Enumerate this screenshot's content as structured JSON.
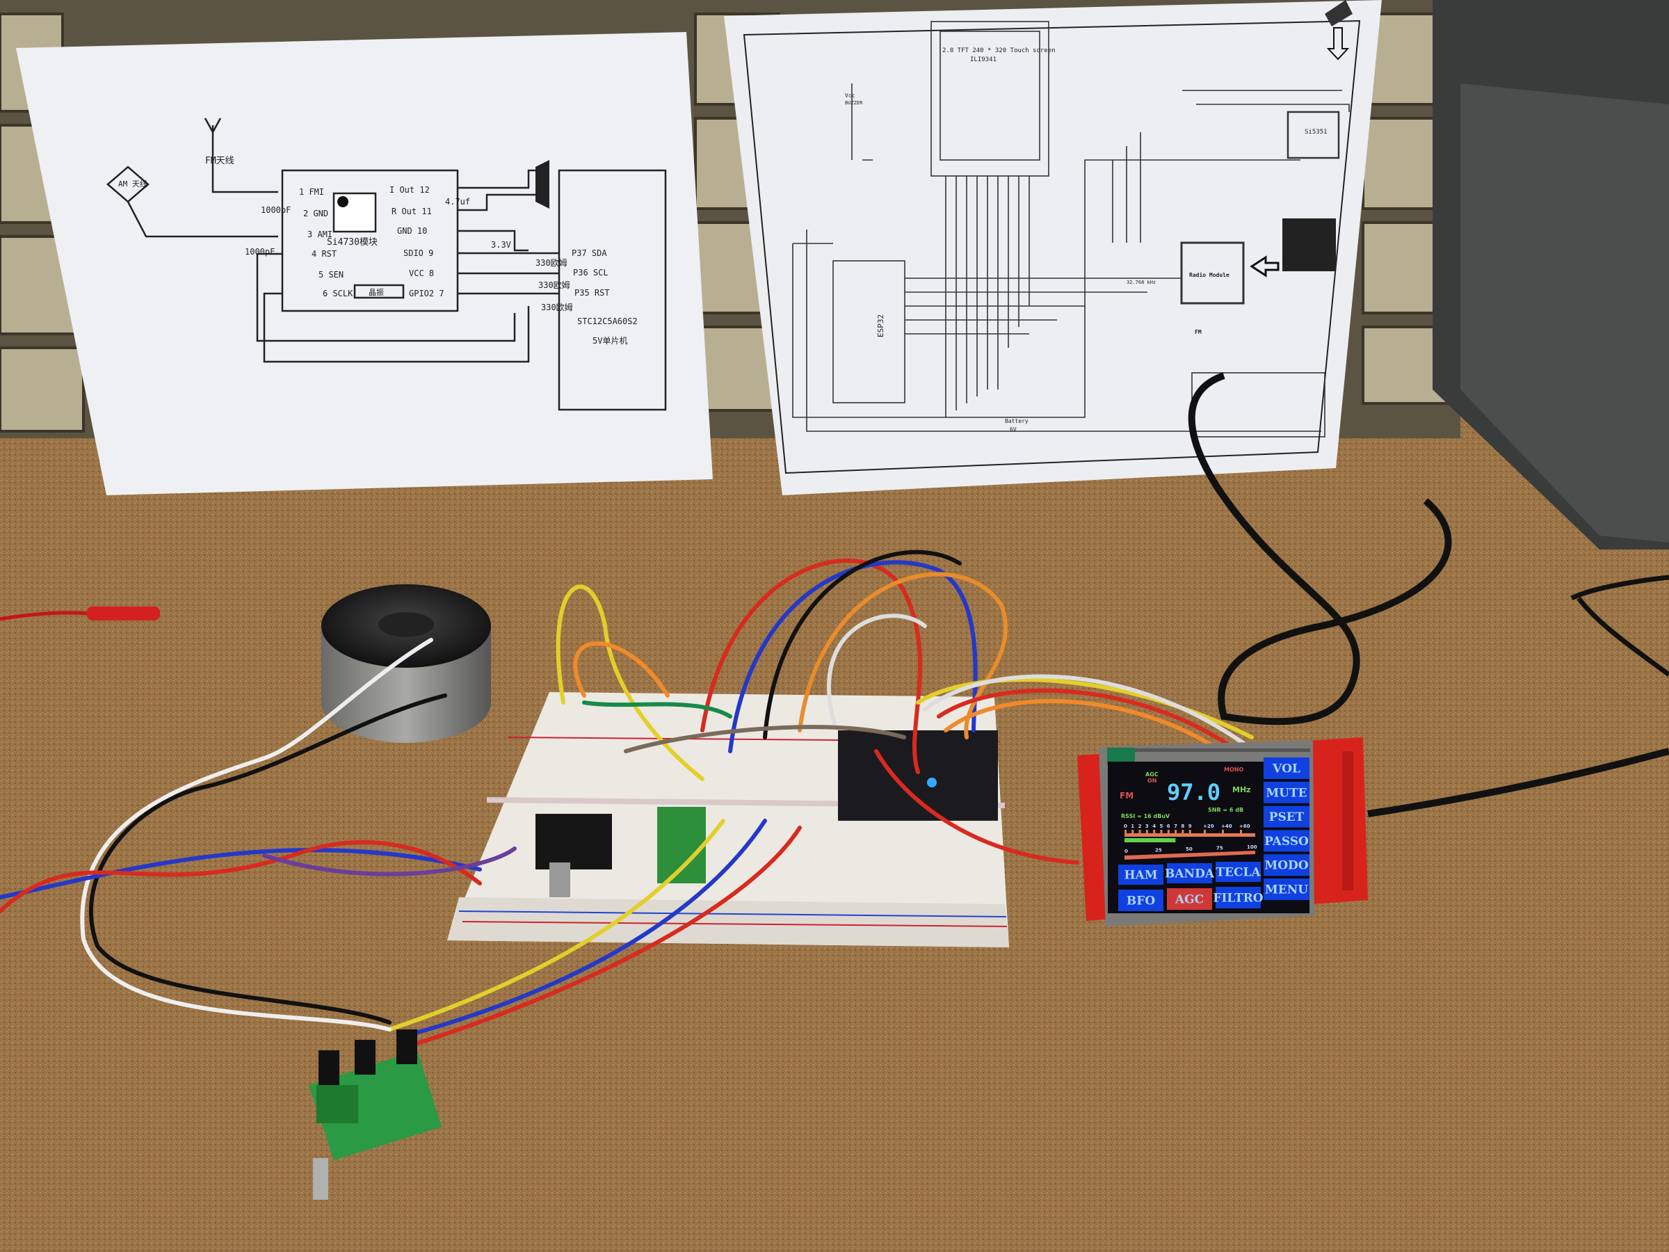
{
  "left_schematic": {
    "antenna_fm": "FM天线",
    "antenna_am": "AM 天线",
    "chip_label": "Si4730模块",
    "crystal_label": "晶振",
    "pins_left": [
      "1 FMI",
      "2 GND",
      "3 AMI",
      "4 RST",
      "5 SEN",
      "6 SCLK"
    ],
    "pins_right": [
      "I Out 12",
      "R Out 11",
      "GND 10",
      "SDIO 9",
      "VCC 8",
      "GPIO2 7"
    ],
    "cap_labels": [
      "1000pF",
      "1000pF",
      "4.7uf"
    ],
    "supply": "3.3V",
    "resistors": [
      "330欧姆",
      "330欧姆",
      "330欧姆"
    ],
    "mcu_pins": [
      "P37 SDA",
      "P36 SCL",
      "P35 RST"
    ],
    "mcu_name": "STC12C5A60S2",
    "mcu_desc": "5V单片机"
  },
  "right_schematic": {
    "tft_label": "2.8 TFT 240 * 320 Touch screen",
    "tft_driver": "ILI9341",
    "mcu": "ESP32",
    "radio": "Radio Module",
    "clock_chip": "Si5351",
    "buzzer": "BUZZER",
    "vcc": "Vcc",
    "battery": "Battery",
    "battery_voltage": "6V",
    "crystal": "32.768 kHz",
    "fm": "FM"
  },
  "radio_screen": {
    "agc_label": "AGC",
    "agc_state": "ON",
    "stereo": "MONO",
    "band": "FM",
    "frequency": "97.0",
    "unit": "MHz",
    "rssi": "RSSI = 16 dBuV",
    "snr": "SNR = 6 dB",
    "s_scale": [
      "0",
      "1",
      "2",
      "3",
      "4",
      "5",
      "6",
      "7",
      "8",
      "9",
      "+20",
      "+40",
      "+60"
    ],
    "percent_scale": [
      "0",
      "25",
      "50",
      "75",
      "100"
    ],
    "signal_level_fraction": 0.39,
    "side_buttons": [
      "VOL",
      "MUTE",
      "PSET",
      "PASSO",
      "MODO",
      "MENU"
    ],
    "bottom_buttons_row1": [
      "HAM",
      "BANDA",
      "TECLA"
    ],
    "bottom_buttons_row2": [
      "BFO",
      "AGC",
      "FILTRO"
    ],
    "active_button": "AGC",
    "colors": {
      "button": "#1040e0",
      "active": "#d03838",
      "label": "#a9d4ff",
      "freq": "#5fd0ff",
      "green": "#7ed957",
      "red": "#e05050"
    }
  }
}
